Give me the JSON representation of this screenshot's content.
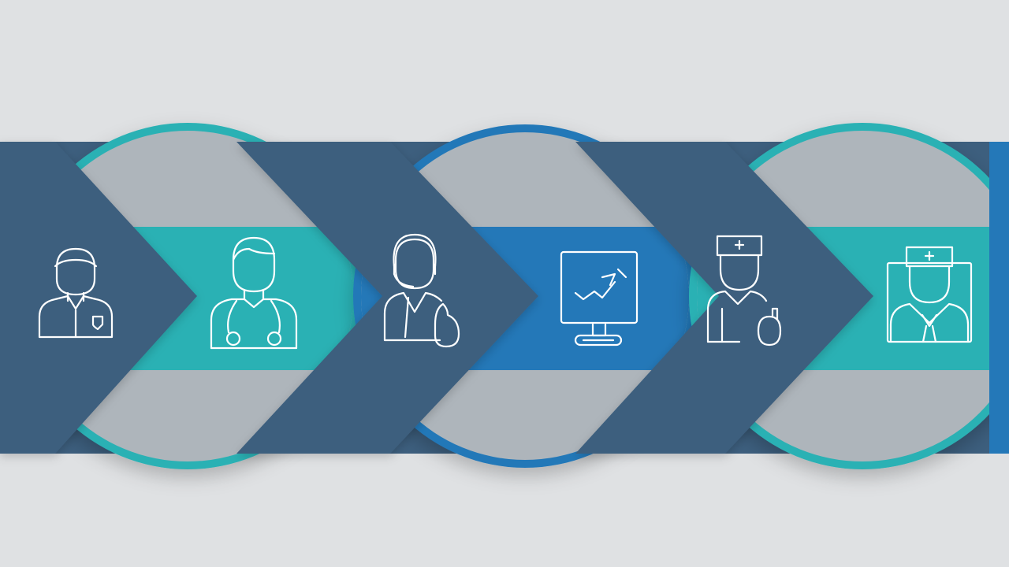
{
  "colors": {
    "background": "#dfe1e3",
    "band": "#3d5f7e",
    "band_dark": "#35546f",
    "circle_fill": "#aeb5bb",
    "teal": "#2ab1b4",
    "blue": "#2478b8",
    "line": "#ffffff"
  },
  "steps": [
    {
      "icon": "patient-icon",
      "accent": "teal",
      "stage_icon": "doctor-icon"
    },
    {
      "icon": "operator-icon",
      "accent": "blue",
      "stage_icon": "monitor-chart-icon"
    },
    {
      "icon": "nurse-patient-icon",
      "accent": "teal",
      "stage_icon": "nurse-on-screen-icon"
    }
  ]
}
